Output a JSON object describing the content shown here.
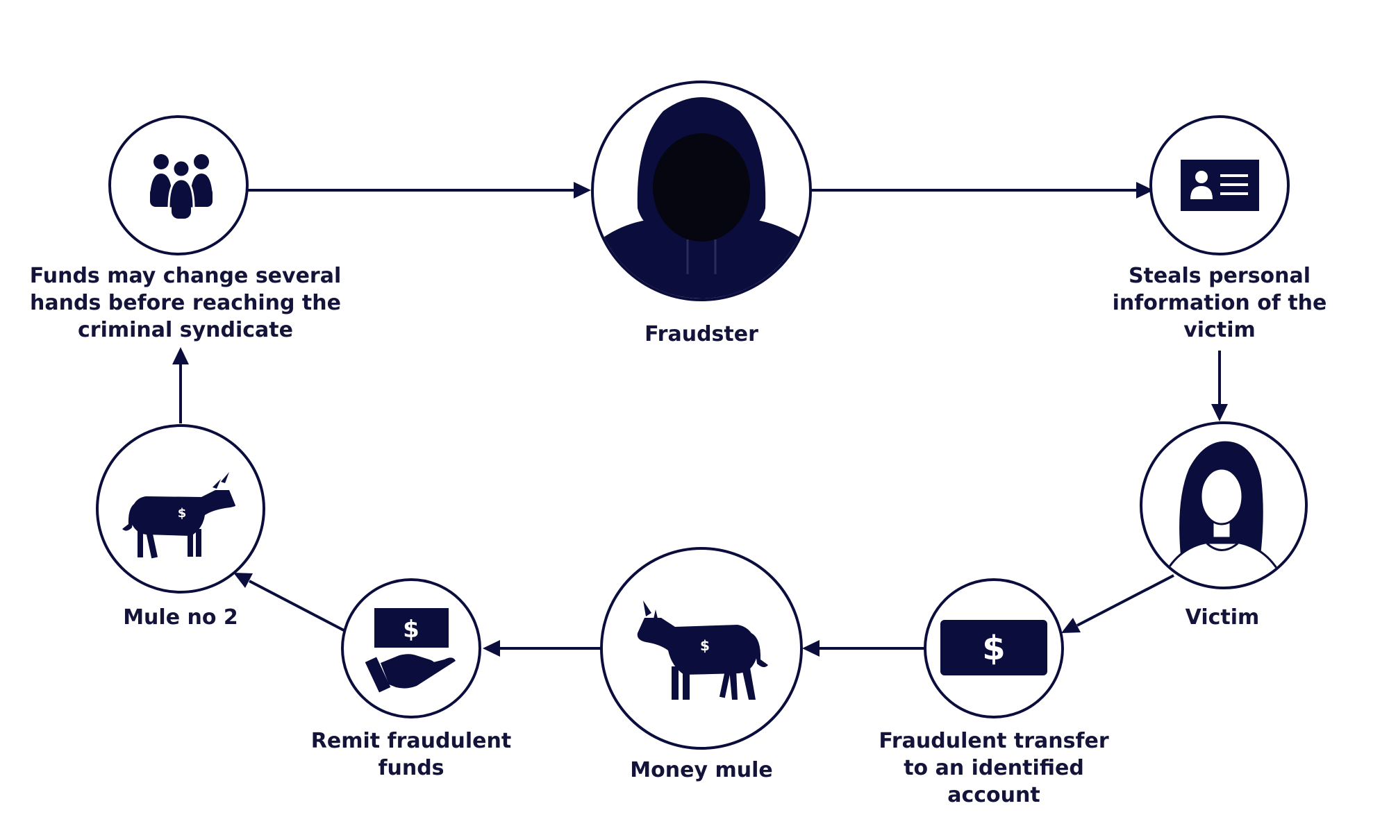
{
  "colors": {
    "navy": "#0b0d3c",
    "ink": "#14143a",
    "white": "#ffffff"
  },
  "nodes": {
    "fraudster": {
      "icon": "hooded-fraudster-icon",
      "label": [
        "Fraudster"
      ]
    },
    "steals_info": {
      "icon": "id-card-icon",
      "label": [
        "Steals personal",
        "information of the",
        "victim"
      ]
    },
    "victim": {
      "icon": "woman-victim-icon",
      "label": [
        "Victim"
      ]
    },
    "transfer": {
      "icon": "dollar-bill-icon",
      "label": [
        "Fraudulent transfer",
        "to an identified",
        "account"
      ]
    },
    "money_mule": {
      "icon": "donkey-mule-icon",
      "label": [
        "Money mule"
      ]
    },
    "remit": {
      "icon": "hand-with-money-icon",
      "label": [
        "Remit fraudulent",
        "funds"
      ]
    },
    "mule_no2": {
      "icon": "donkey-mule-icon",
      "label": [
        "Mule no 2"
      ]
    },
    "funds_change": {
      "icon": "group-of-people-icon",
      "label": [
        "Funds may change several",
        "hands before reaching the",
        "criminal syndicate"
      ]
    }
  },
  "edges": [
    {
      "from": "funds_change",
      "to": "fraudster"
    },
    {
      "from": "fraudster",
      "to": "steals_info"
    },
    {
      "from": "steals_info",
      "to": "victim"
    },
    {
      "from": "victim",
      "to": "transfer"
    },
    {
      "from": "transfer",
      "to": "money_mule"
    },
    {
      "from": "money_mule",
      "to": "remit"
    },
    {
      "from": "remit",
      "to": "mule_no2"
    },
    {
      "from": "mule_no2",
      "to": "funds_change"
    }
  ]
}
